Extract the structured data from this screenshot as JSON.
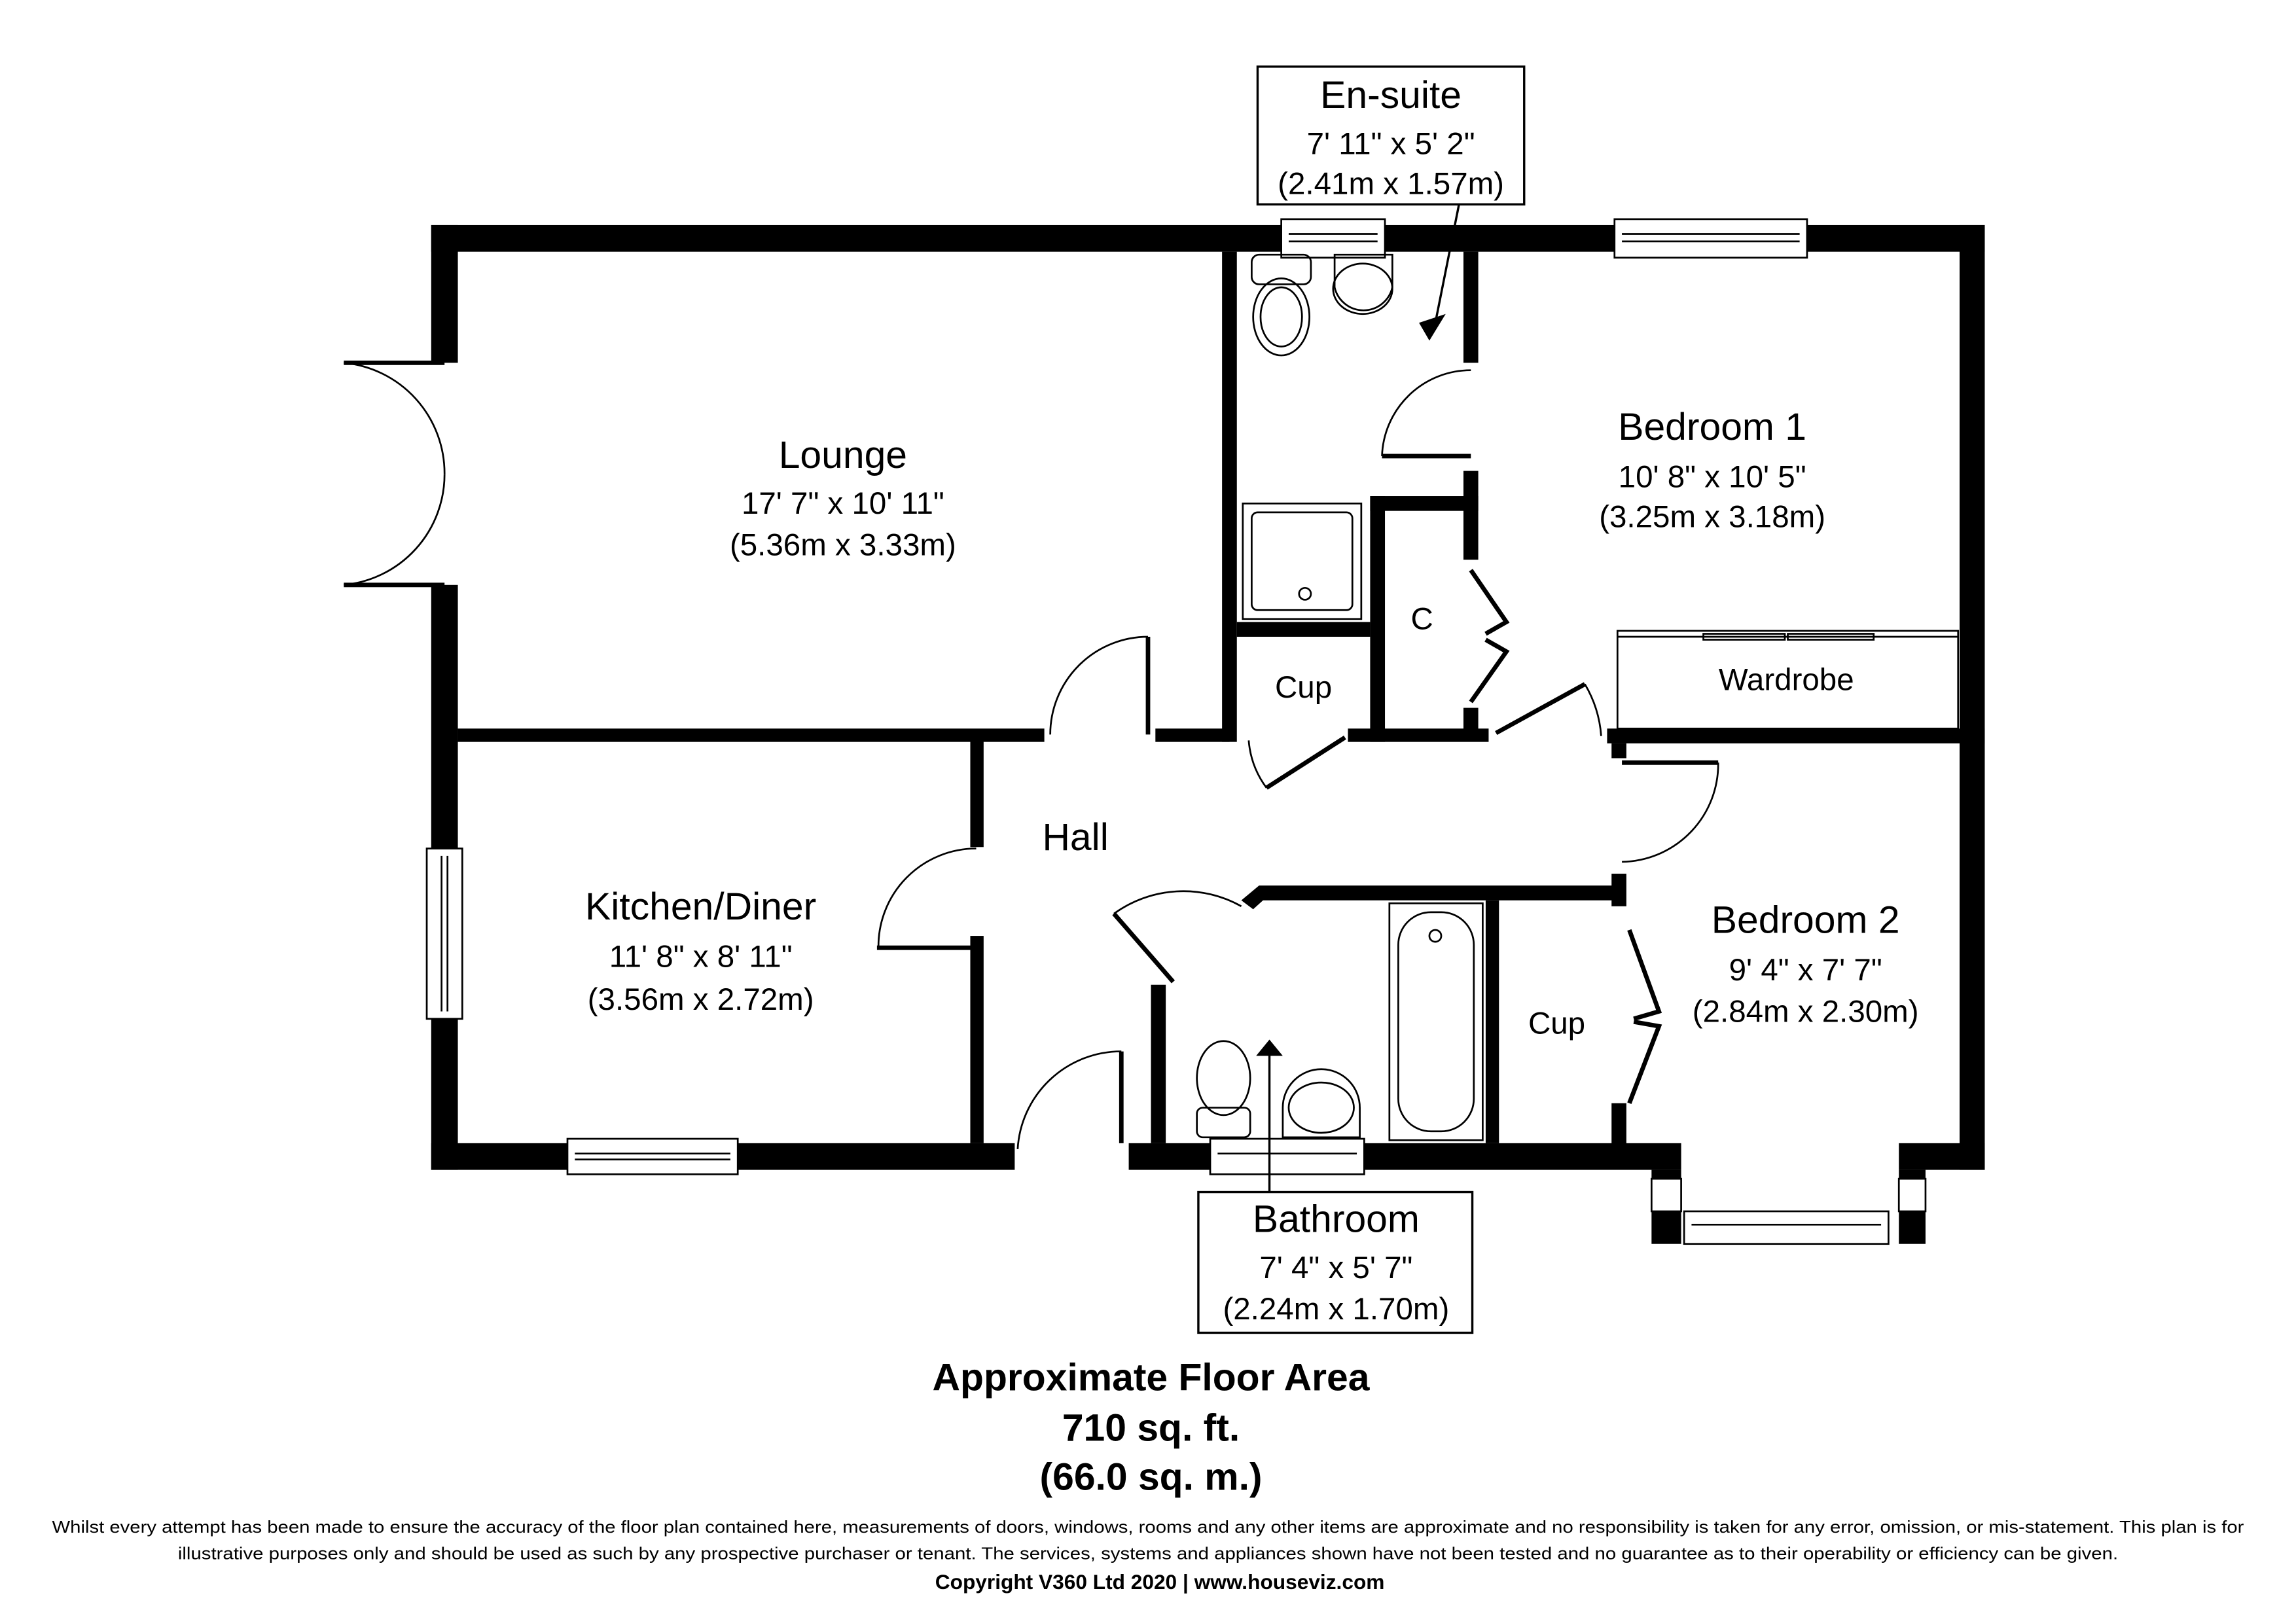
{
  "rooms": {
    "lounge": {
      "name": "Lounge",
      "imperial": "17' 7\" x 10' 11\"",
      "metric": "(5.36m x 3.33m)"
    },
    "kitchen": {
      "name": "Kitchen/Diner",
      "imperial": "11' 8\" x 8' 11\"",
      "metric": "(3.56m x 2.72m)"
    },
    "bedroom1": {
      "name": "Bedroom 1",
      "imperial": "10' 8\" x 10' 5\"",
      "metric": "(3.25m x 3.18m)"
    },
    "bedroom2": {
      "name": "Bedroom 2",
      "imperial": "9' 4\" x 7' 7\"",
      "metric": "(2.84m x 2.30m)"
    },
    "ensuite": {
      "name": "En-suite",
      "imperial": "7' 11\" x 5' 2\"",
      "metric": "(2.41m x 1.57m)"
    },
    "bathroom": {
      "name": "Bathroom",
      "imperial": "7' 4\" x 5' 7\"",
      "metric": "(2.24m x 1.70m)"
    },
    "hall": {
      "name": "Hall"
    },
    "cup1": {
      "name": "Cup"
    },
    "cup2": {
      "name": "Cup"
    },
    "c": {
      "name": "C"
    },
    "wardrobe": {
      "name": "Wardrobe"
    }
  },
  "area": {
    "title": "Approximate Floor Area",
    "imperial": "710 sq. ft.",
    "metric": "(66.0 sq. m.)"
  },
  "footer": {
    "line1": "Whilst every attempt has been made to ensure the accuracy of the floor plan contained here, measurements of doors, windows, rooms and any other items are approximate and no responsibility is taken for any error, omission, or mis-statement. This plan is for",
    "line2": "illustrative purposes only and should be used as such by any prospective purchaser or tenant. The services, systems and appliances shown have not been tested and no guarantee as to their operability or efficiency can be given.",
    "copyright": "Copyright V360 Ltd 2020 | www.houseviz.com"
  }
}
